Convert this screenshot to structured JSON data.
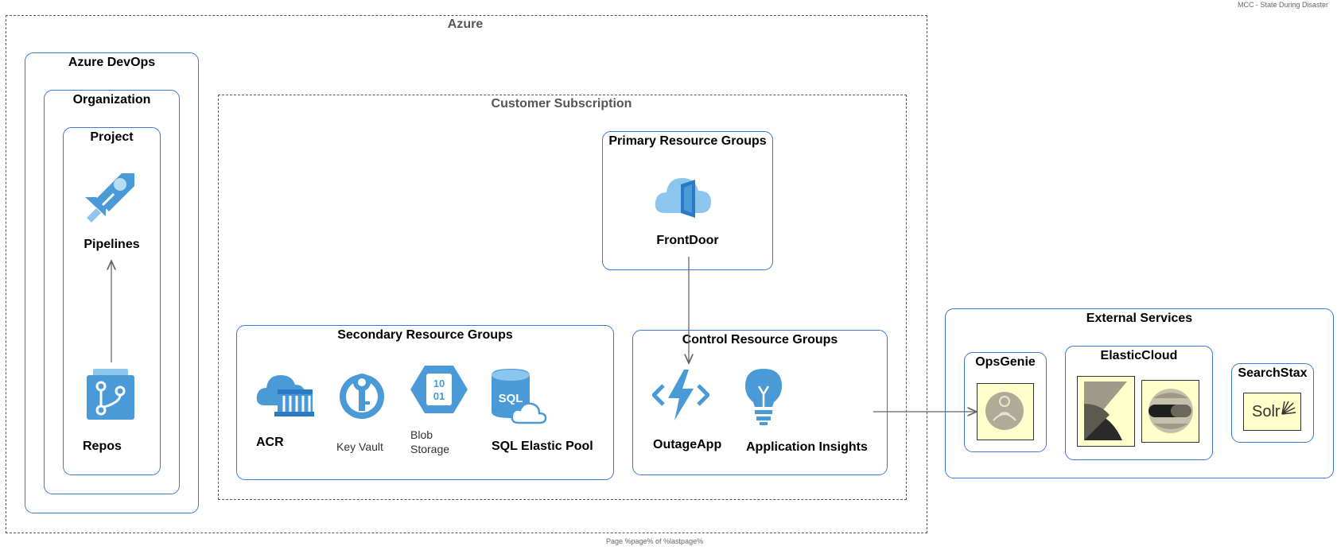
{
  "header": {
    "diagram_name": "MCC - State During Disaster"
  },
  "footer": {
    "page_text": "Page %page% of %lastpage%"
  },
  "azure": {
    "title": "Azure",
    "devops": {
      "title": "Azure DevOps",
      "organization": {
        "title": "Organization",
        "project": {
          "title": "Project",
          "pipelines_label": "Pipelines",
          "repos_label": "Repos"
        }
      }
    },
    "subscription": {
      "title": "Customer Subscription",
      "primary": {
        "title": "Primary Resource Groups",
        "frontdoor_label": "FrontDoor"
      },
      "secondary": {
        "title": "Secondary Resource Groups",
        "acr_label": "ACR",
        "keyvault_label": "Key Vault",
        "blob_label_line1": "Blob",
        "blob_label_line2": "Storage",
        "sql_label": "SQL Elastic Pool",
        "sql_icon_text": "SQL",
        "blob_icon_line1": "10",
        "blob_icon_line2": "01"
      },
      "control": {
        "title": "Control Resource Groups",
        "outage_label": "OutageApp",
        "insights_label": "Application Insights"
      }
    }
  },
  "external": {
    "title": "External Services",
    "opsgenie": {
      "title": "OpsGenie"
    },
    "elastic": {
      "title": "ElasticCloud"
    },
    "searchstax": {
      "title": "SearchStax",
      "logo_text": "Solr"
    }
  },
  "colors": {
    "group_border": "#3b78d8",
    "azure_icon_blue": "#4a9ad8",
    "azure_icon_light": "#8cc5ee",
    "thumb_fill": "#ffffcc",
    "connector": "#666666"
  }
}
